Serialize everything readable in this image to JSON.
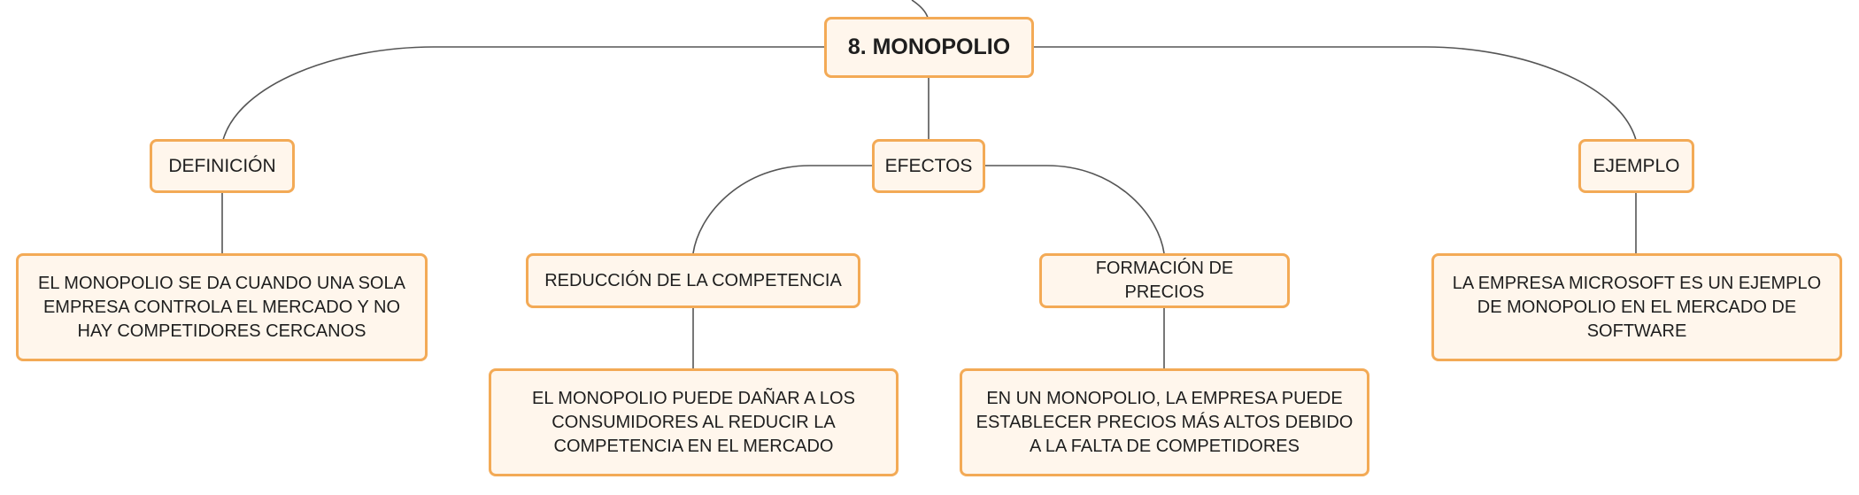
{
  "colors": {
    "node_fill": "#fff6ec",
    "node_border": "#f3aa56",
    "connector": "#555555",
    "text": "#1e1e1e"
  },
  "root": {
    "label": "8. MONOPOLIO"
  },
  "branches": {
    "definicion": {
      "label": "DEFINICIÓN",
      "detail": "EL MONOPOLIO SE DA CUANDO UNA SOLA EMPRESA CONTROLA EL MERCADO Y NO HAY COMPETIDORES CERCANOS"
    },
    "efectos": {
      "label": "EFECTOS",
      "reduccion": {
        "label": "REDUCCIÓN DE LA COMPETENCIA",
        "detail": "EL MONOPOLIO PUEDE DAÑAR A LOS CONSUMIDORES AL REDUCIR LA COMPETENCIA EN EL MERCADO"
      },
      "precios": {
        "label": "FORMACIÓN DE PRECIOS",
        "detail": "EN UN MONOPOLIO, LA EMPRESA PUEDE ESTABLECER PRECIOS MÁS ALTOS DEBIDO A LA FALTA DE COMPETIDORES"
      }
    },
    "ejemplo": {
      "label": "EJEMPLO",
      "detail": "LA EMPRESA MICROSOFT ES UN EJEMPLO DE MONOPOLIO EN EL MERCADO DE SOFTWARE"
    }
  }
}
